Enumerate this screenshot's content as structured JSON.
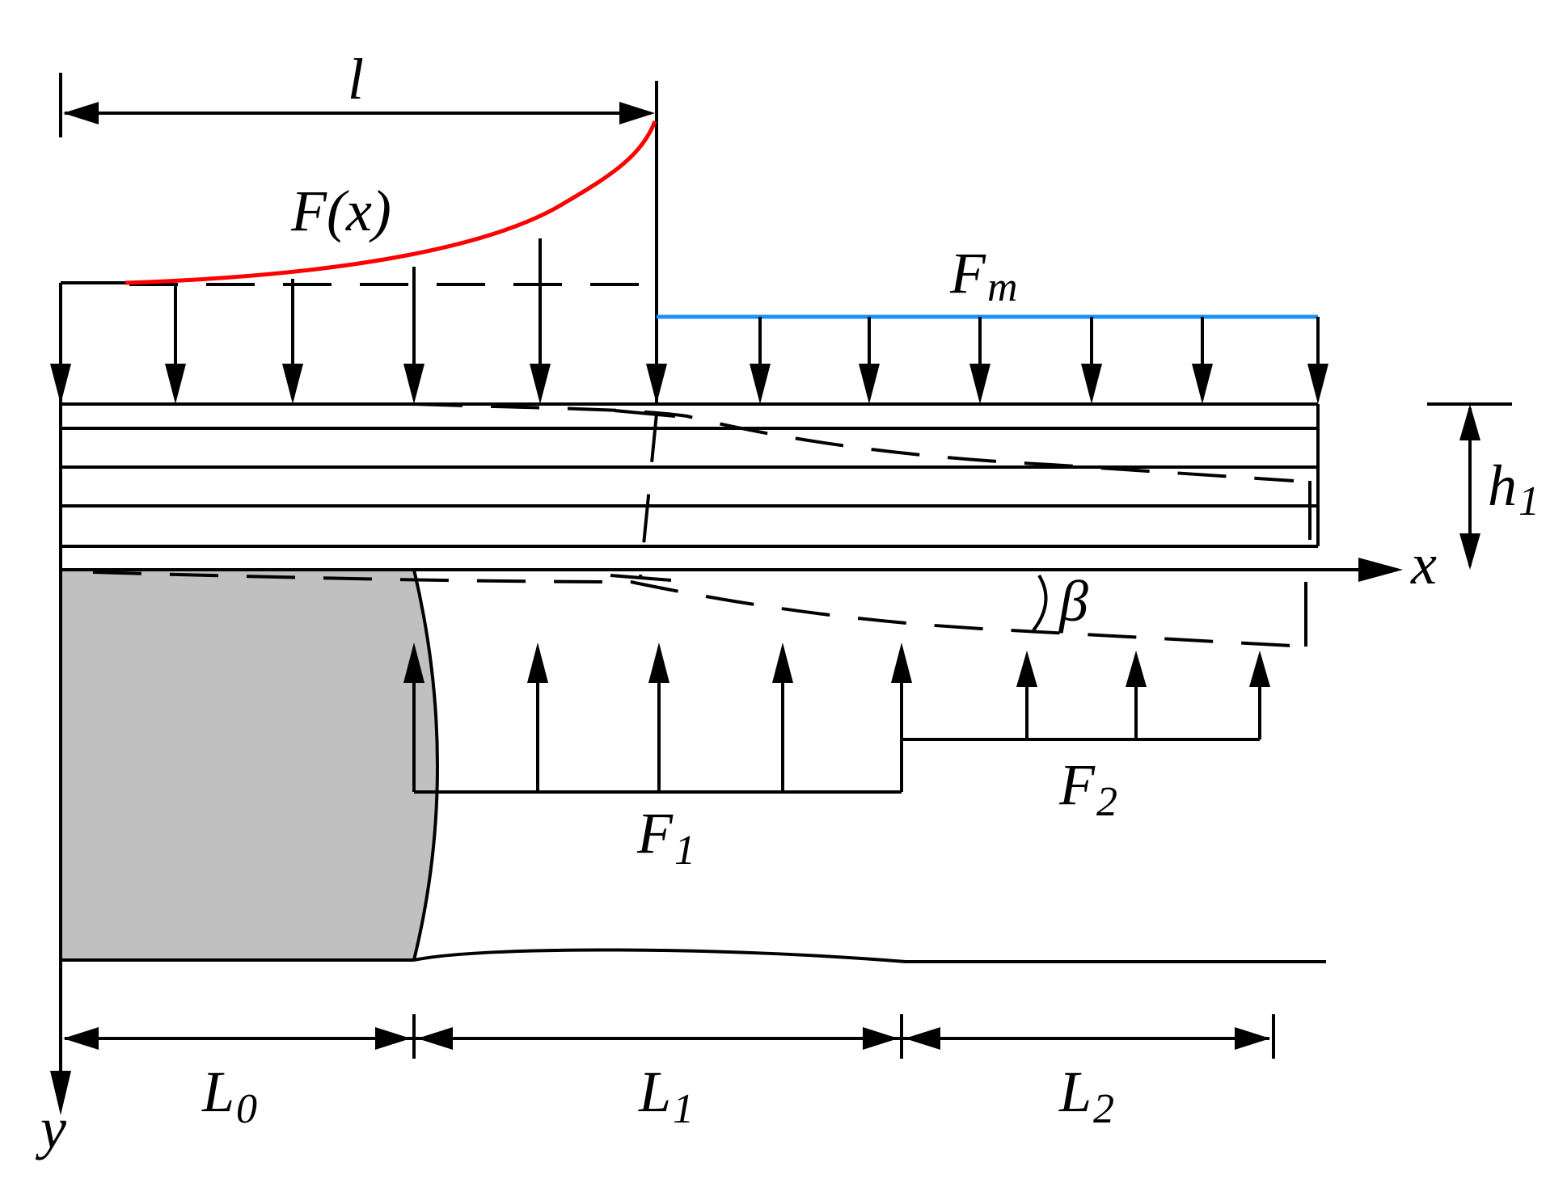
{
  "labels": {
    "l": "l",
    "Fx": "F(x)",
    "Fm_F": "F",
    "Fm_sub": "m",
    "h1_h": "h",
    "h1_sub": "1",
    "x_axis": "x",
    "y_axis": "y",
    "beta": "β",
    "F1_F": "F",
    "F1_sub": "1",
    "F2_F": "F",
    "F2_sub": "2",
    "L0_L": "L",
    "L0_sub": "0",
    "L1_L": "L",
    "L1_sub": "1",
    "L2_L": "L",
    "L2_sub": "2"
  },
  "colors": {
    "line": "#000000",
    "fx_curve": "#ff0000",
    "fm_line": "#1e90ff",
    "coal_fill": "#c0c0c0"
  }
}
